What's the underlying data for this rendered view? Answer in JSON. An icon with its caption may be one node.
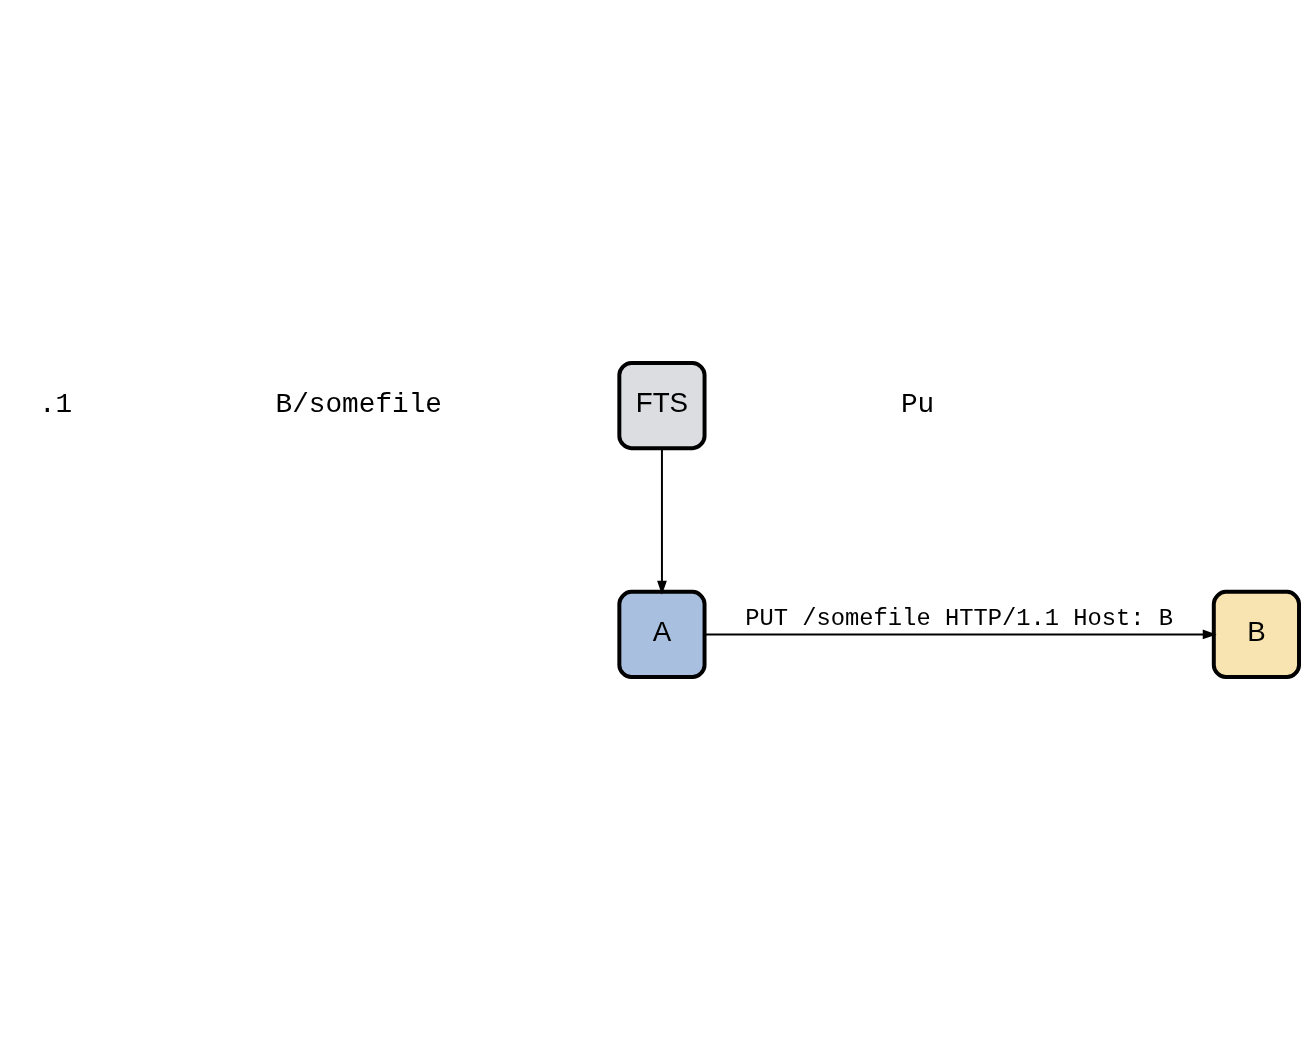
{
  "diagram": {
    "nodes": [
      {
        "text": [
          "FTS"
        ]
      },
      {
        "text": [
          "A"
        ]
      },
      {
        "text": [
          "B"
        ]
      }
    ],
    "edges": [
      {
        "from": 0,
        "to": 1,
        "arrow": "to"
      },
      {
        "from": 1,
        "to": 2,
        "arrow": "to",
        "label": "PUT /somefile HTTP/1.1 Host: B"
      }
    ],
    "labels": [
      ".1",
      "B/somefile",
      "Pu"
    ]
  }
}
